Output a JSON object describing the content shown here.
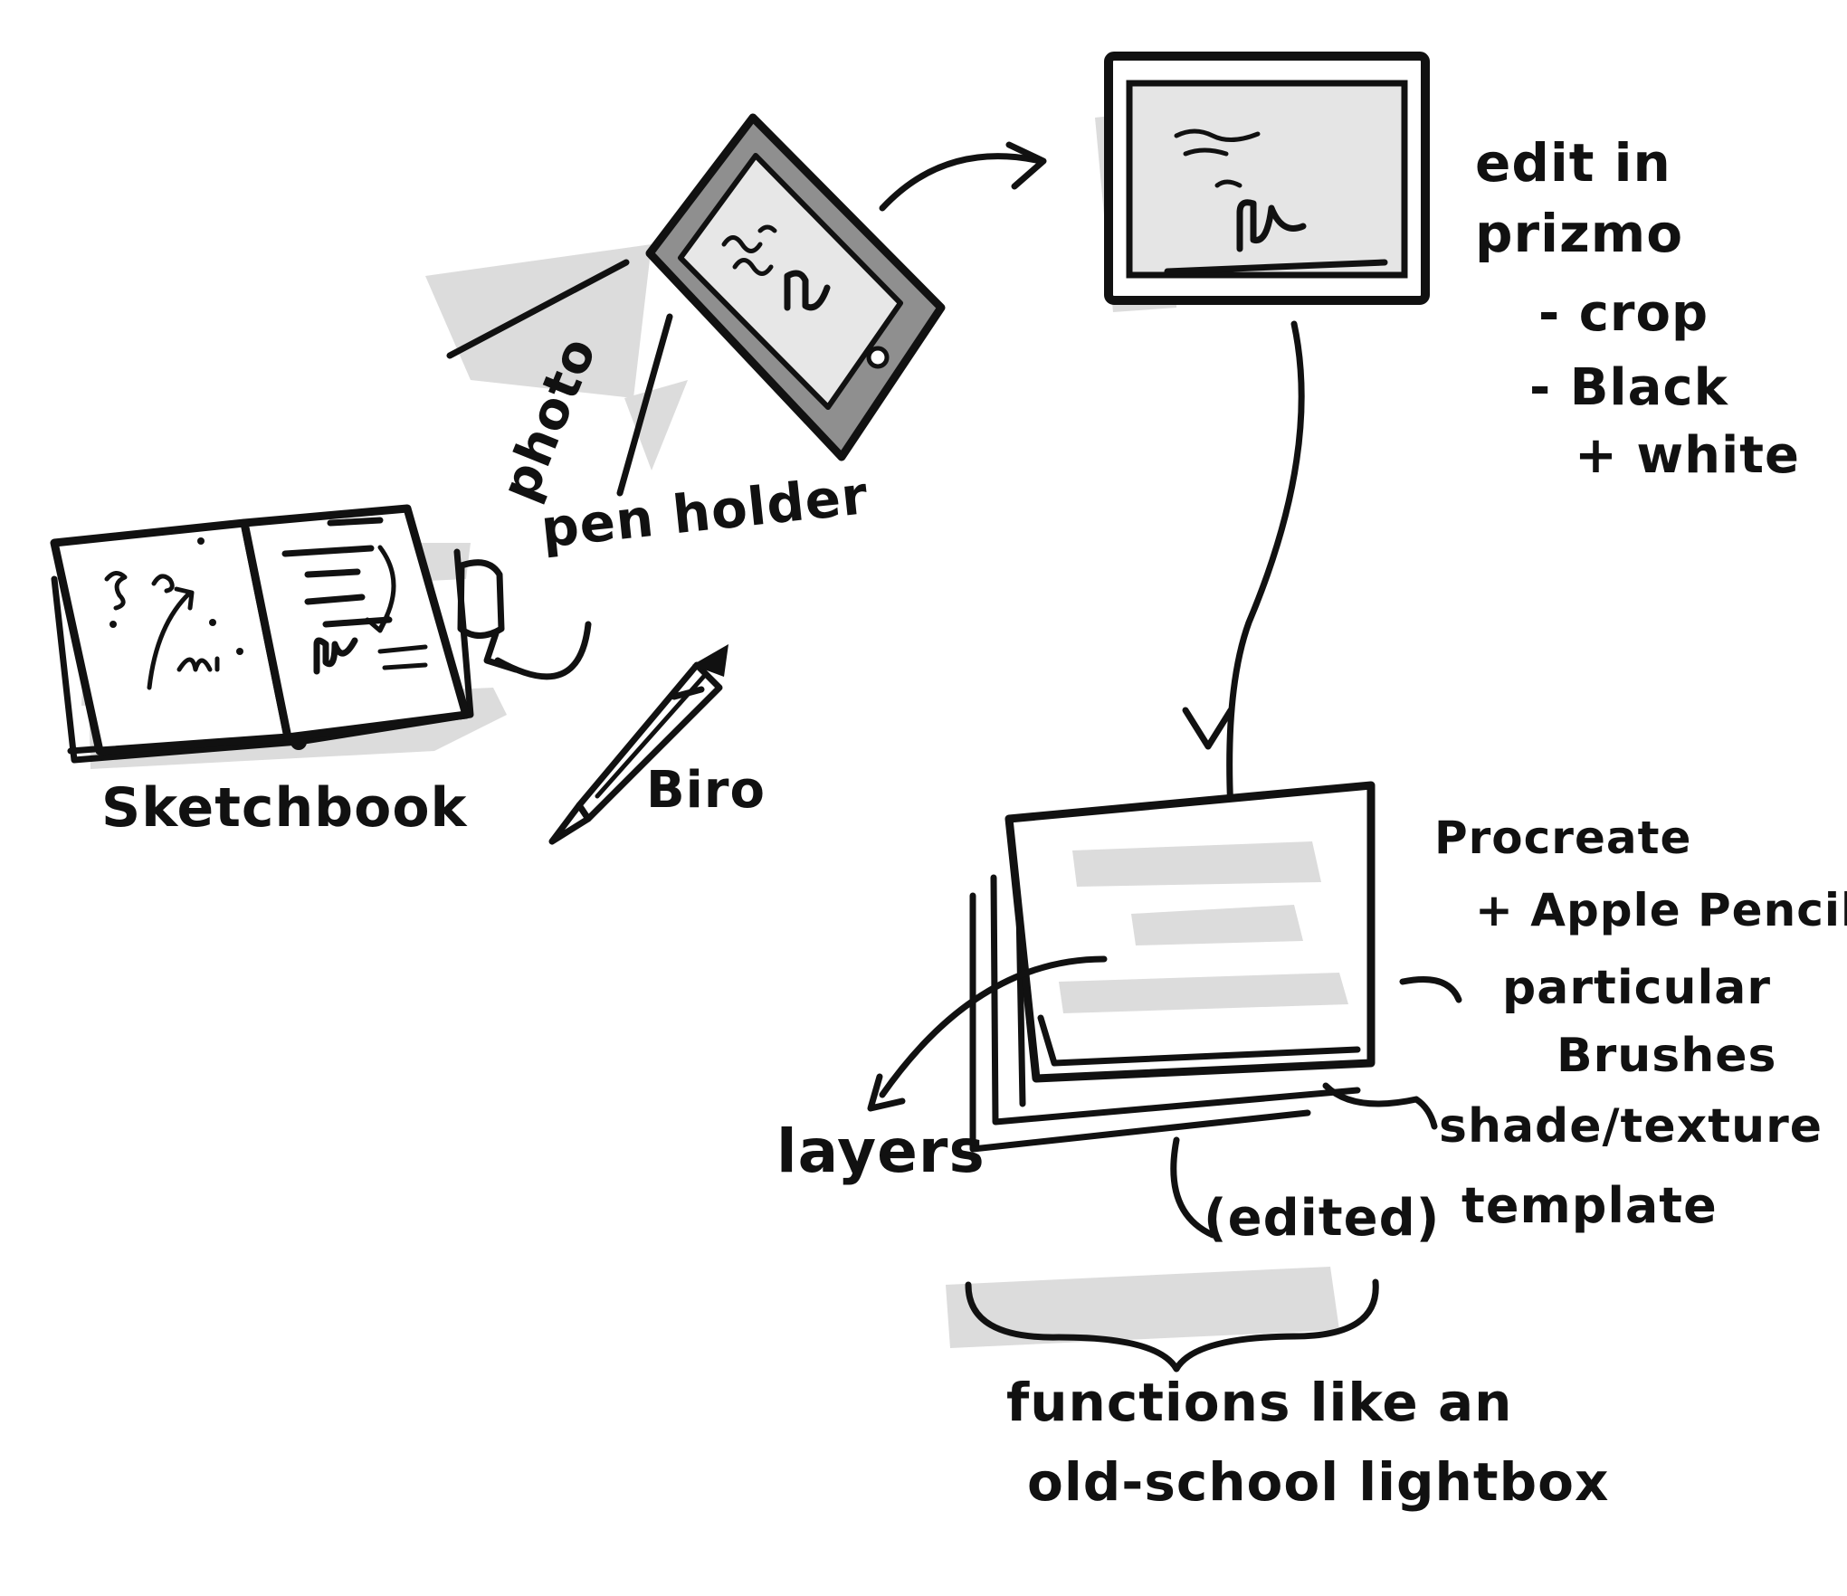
{
  "labels": {
    "sketchbook": "Sketchbook",
    "biro": "Biro",
    "pen_holder": "pen holder",
    "photo": "photo",
    "edit_line1": "edit in",
    "edit_line2": "prizmo",
    "edit_crop": "- crop",
    "edit_bw1": "- Black",
    "edit_bw2": "+ white",
    "procreate1": "Procreate",
    "procreate2": "+ Apple Pencil",
    "brushes1": "particular",
    "brushes2": "Brushes",
    "shade": "shade/texture",
    "edited": "(edited)",
    "template": "template",
    "layers": "layers",
    "functions1": "functions like an",
    "functions2": "old-school lightbox"
  },
  "colors": {
    "ink": "#111111",
    "shade": "#dcdcdc",
    "background": "#ffffff"
  },
  "icons": [
    "sketchbook-icon",
    "biro-pen-icon",
    "tablet-photo-icon",
    "monitor-prizmo-icon",
    "procreate-layers-icon"
  ]
}
